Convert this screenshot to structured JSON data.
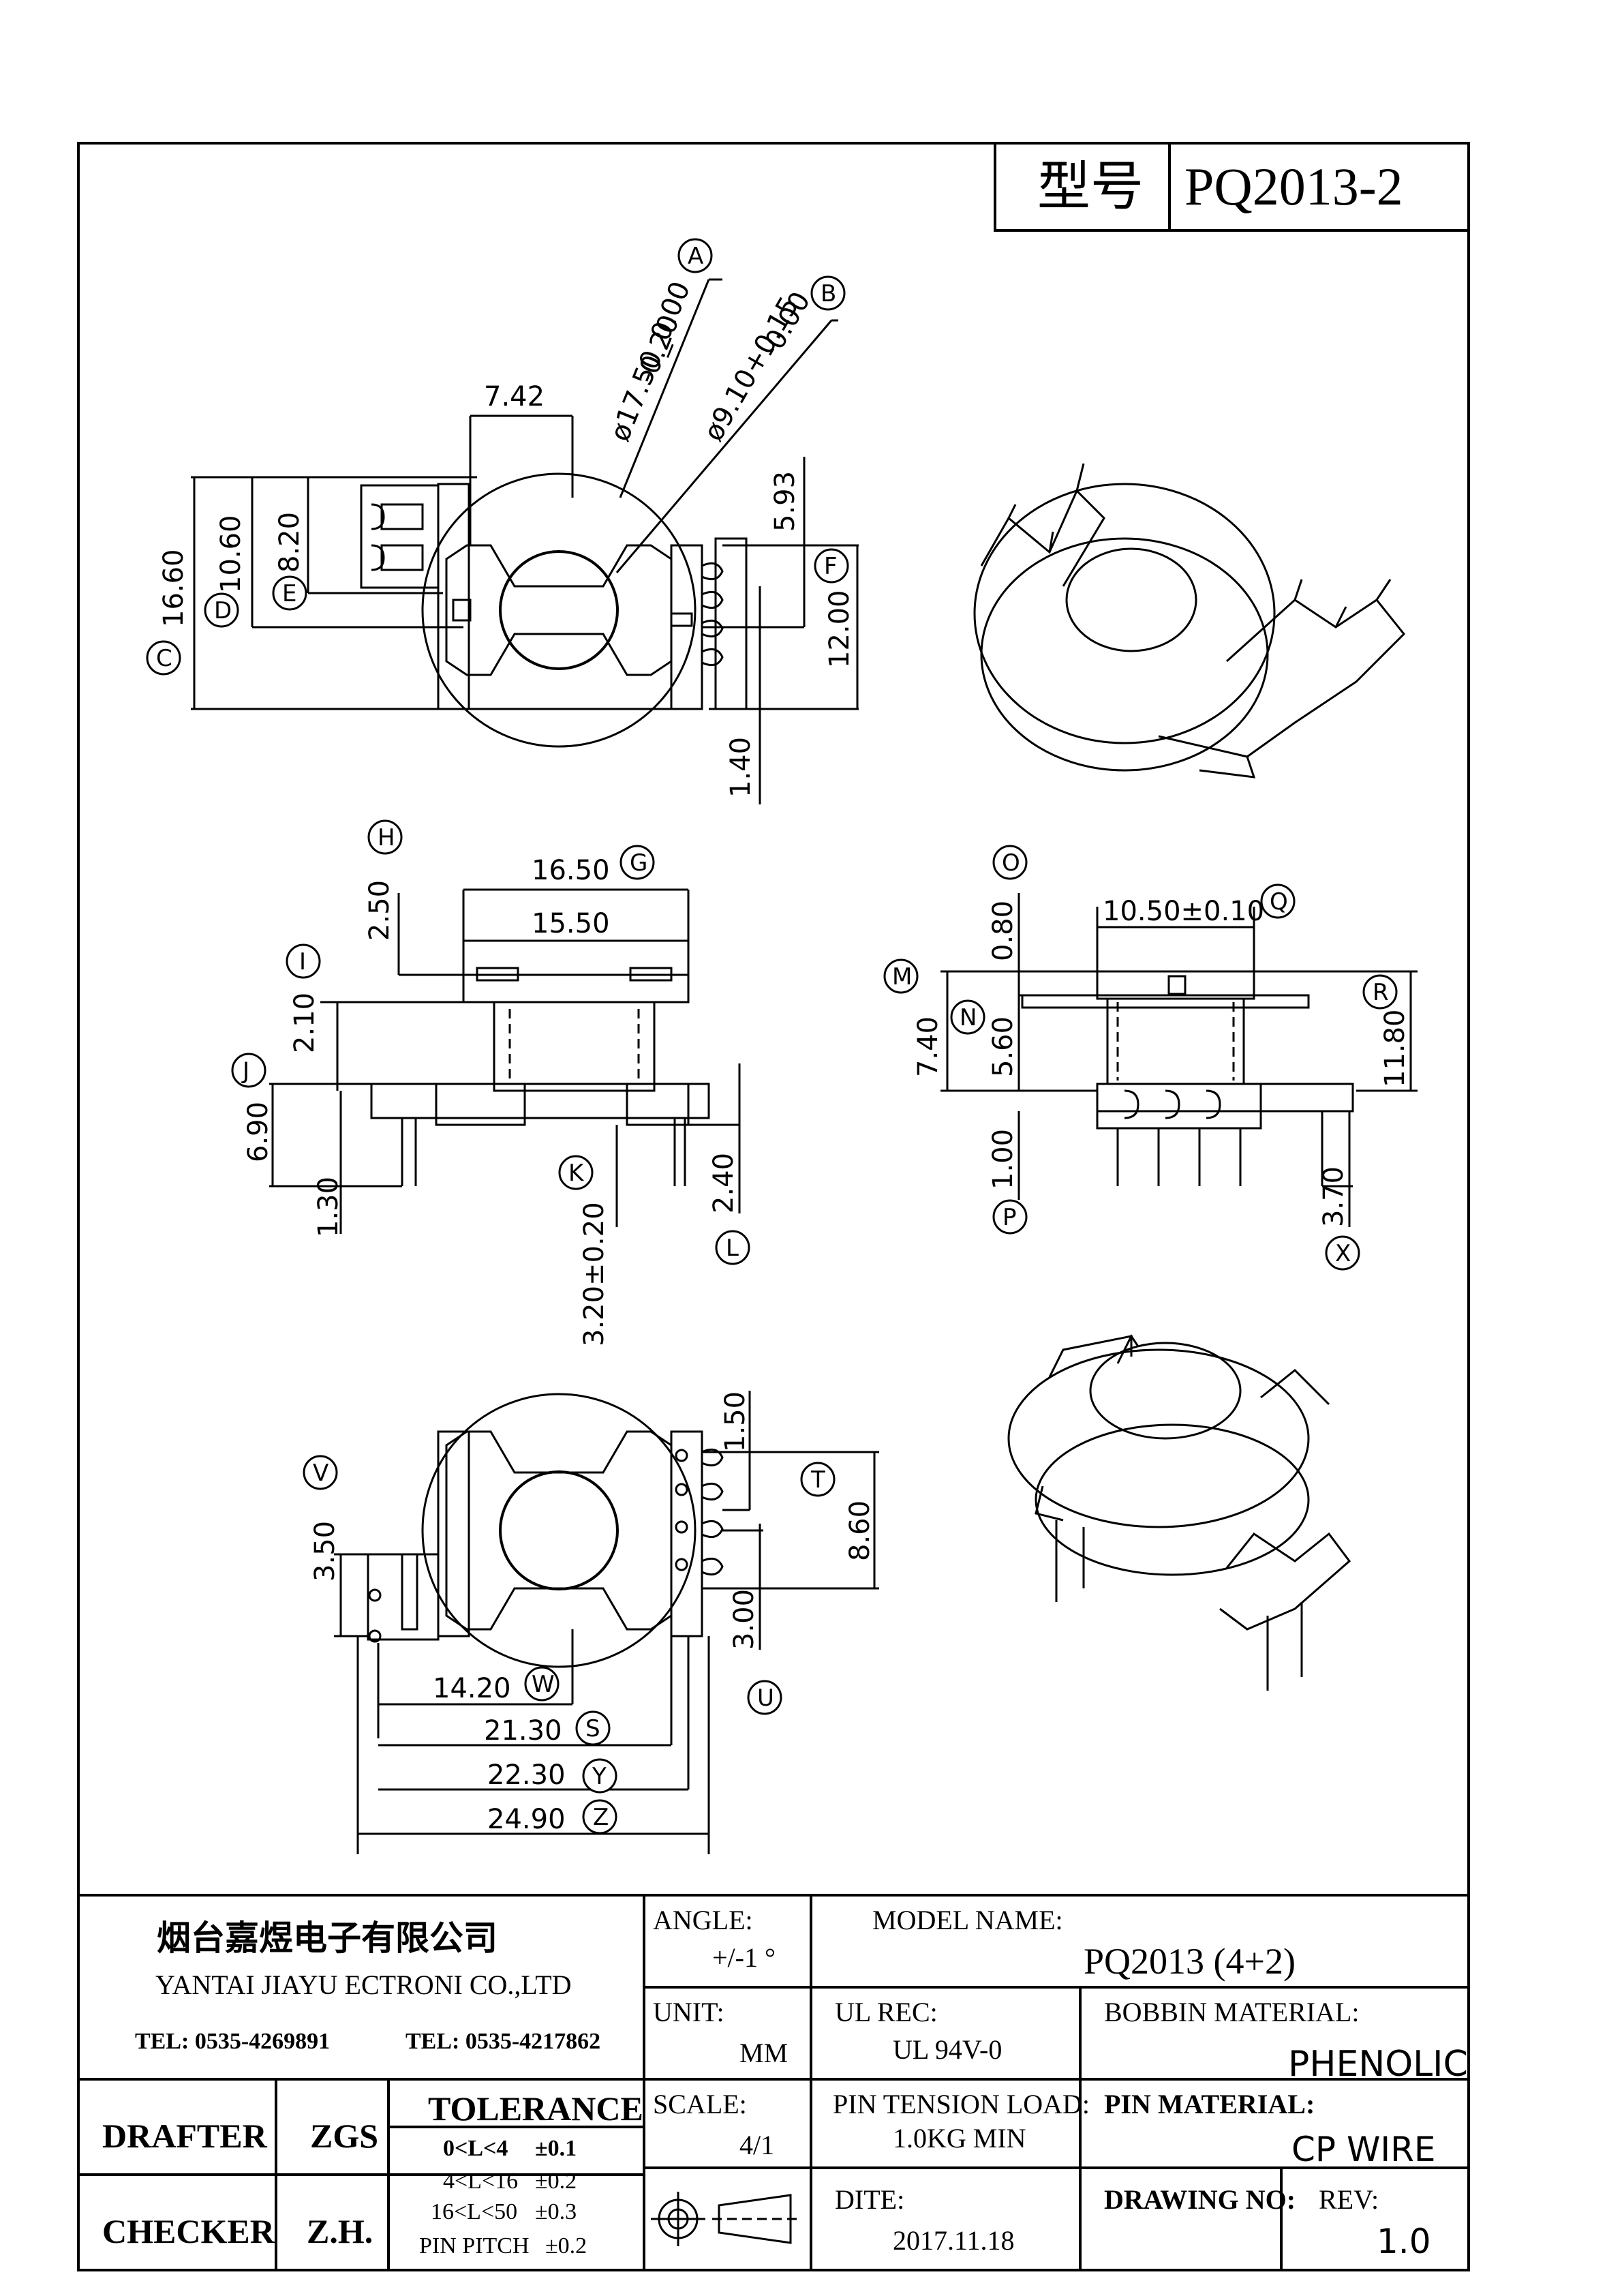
{
  "title_box": {
    "label": "型号",
    "model": "PQ2013-2"
  },
  "top_view": {
    "dims": {
      "w_7_42": "7.42",
      "dia_a": "ø17.50_0.00",
      "dia_a_tol": "-0.20",
      "dia_b": "ø9.10+0.15",
      "dia_b_tol": "-0.00",
      "h_16_60": "16.60",
      "h_10_60": "10.60",
      "h_8_20": "8.20",
      "h_5_93": "5.93",
      "h_12_00": "12.00",
      "w_1_40": "1.40"
    },
    "labels": {
      "A": "A",
      "B": "B",
      "C": "C",
      "D": "D",
      "E": "E",
      "F": "F"
    }
  },
  "front_view": {
    "dims": {
      "d_16_50": "16.50",
      "d_15_50": "15.50",
      "d_2_50": "2.50",
      "d_2_10": "2.10",
      "d_6_90": "6.90",
      "d_1_30": "1.30",
      "d_3_20": "3.20±0.20",
      "d_2_40": "2.40"
    },
    "labels": {
      "G": "G",
      "H": "H",
      "I": "I",
      "J": "J",
      "K": "K",
      "L": "L"
    }
  },
  "side_view": {
    "dims": {
      "d_10_50": "10.50±0.10",
      "d_0_80": "0.80",
      "d_7_40": "7.40",
      "d_5_60": "5.60",
      "d_11_80": "11.80",
      "d_1_00": "1.00",
      "d_3_70": "3.70"
    },
    "labels": {
      "O": "O",
      "Q": "Q",
      "M": "M",
      "N": "N",
      "R": "R",
      "P": "P",
      "X": "X"
    }
  },
  "bottom_view": {
    "dims": {
      "d_1_50": "1.50",
      "d_8_60": "8.60",
      "d_3_50": "3.50",
      "d_3_00": "3.00",
      "d_14_20": "14.20",
      "d_21_30": "21.30",
      "d_22_30": "22.30",
      "d_24_90": "24.90"
    },
    "labels": {
      "V": "V",
      "T": "T",
      "U": "U",
      "W": "W",
      "S": "S",
      "Y": "Y",
      "Z": "Z"
    }
  },
  "title_block": {
    "company_cn": "烟台嘉煜电子有限公司",
    "company_en": "YANTAI JIAYU ECTRONI CO.,LTD",
    "tel1": "TEL: 0535-4269891",
    "tel2": "TEL: 0535-4217862",
    "angle_label": "ANGLE:",
    "angle_value": "+/-1 °",
    "model_name_label": "MODEL NAME:",
    "model_name": "PQ2013 (4+2)",
    "unit_label": "UNIT:",
    "unit_value": "MM",
    "ul_label": "UL REC:",
    "ul_value": "UL 94V-0",
    "bobbin_label": "BOBBIN MATERIAL:",
    "bobbin_value": "PHENOLIC",
    "drafter_label": "DRAFTER",
    "drafter_value": "ZGS",
    "checker_label": "CHECKER",
    "checker_value": "Z.H.",
    "tolerance_label": "TOLERANCE",
    "tol_rows": [
      {
        "range": "0<L<4",
        "tol": "±0.1"
      },
      {
        "range": "4<L<16",
        "tol": "±0.2"
      },
      {
        "range": "16<L<50",
        "tol": "±0.3"
      }
    ],
    "pin_pitch_label": "PIN PITCH",
    "pin_pitch_value": "±0.2",
    "scale_label": "SCALE:",
    "scale_value": "4/1",
    "pin_tension_label": "PIN TENSION LOAD:",
    "pin_tension_value": "1.0KG MIN",
    "pin_material_label": "PIN MATERIAL:",
    "pin_material_value": "CP  WIRE",
    "date_label": "DITE:",
    "date_value": "2017.11.18",
    "drawing_no_label": "DRAWING NO:",
    "rev_label": "REV:",
    "rev_value": "1.0"
  }
}
